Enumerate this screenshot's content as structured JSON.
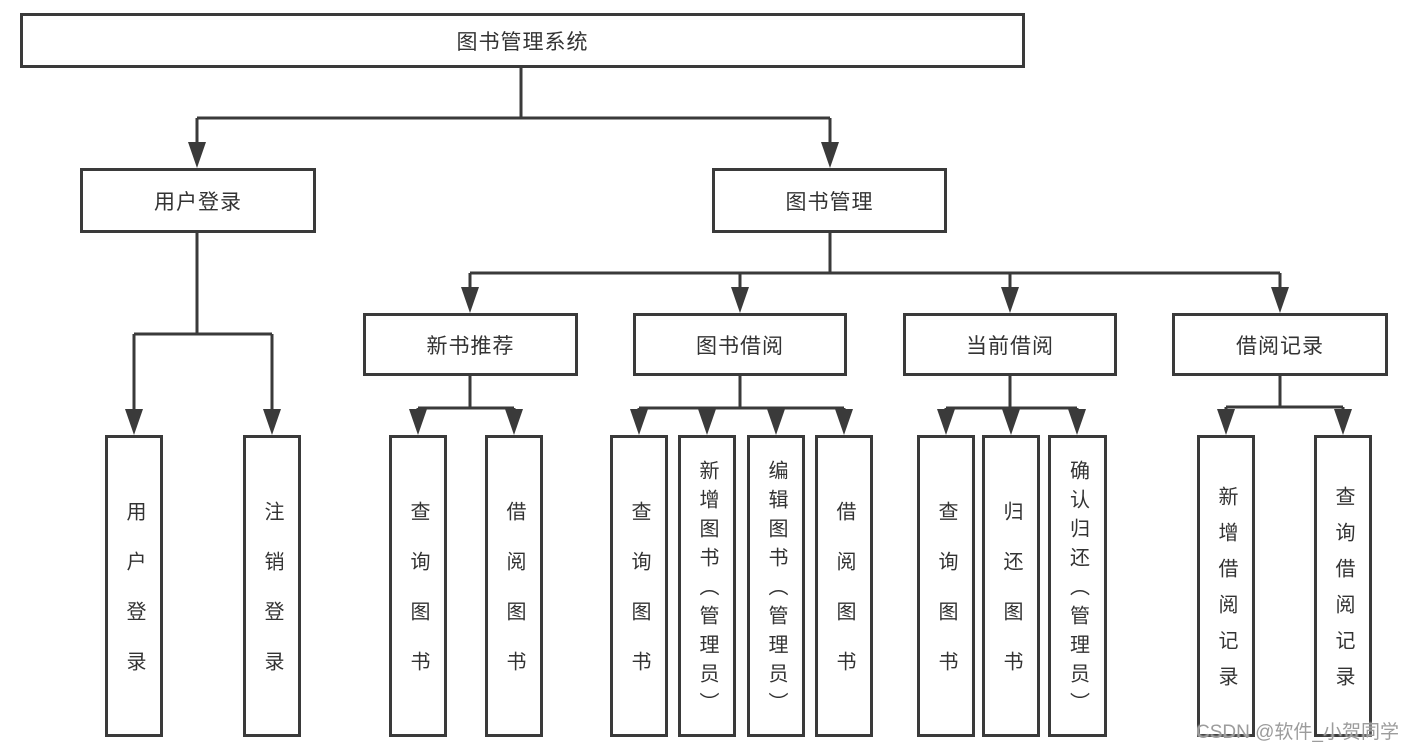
{
  "tree": {
    "root": "图书管理系统",
    "branches": [
      {
        "label": "用户登录",
        "leaves": [
          "用户登录",
          "注销登录"
        ]
      },
      {
        "label": "图书管理",
        "children": [
          {
            "label": "新书推荐",
            "leaves": [
              "查询图书",
              "借阅图书"
            ]
          },
          {
            "label": "图书借阅",
            "leaves": [
              "查询图书",
              "新增图书（管理员）",
              "编辑图书（管理员）",
              "借阅图书"
            ]
          },
          {
            "label": "当前借阅",
            "leaves": [
              "查询图书",
              "归还图书",
              "确认归还（管理员）"
            ]
          },
          {
            "label": "借阅记录",
            "leaves": [
              "新增借阅记录",
              "查询借阅记录"
            ]
          }
        ]
      }
    ]
  },
  "watermark": {
    "text": "CSDN @软件_小贺同学"
  },
  "colors": {
    "line": "#3a3a3a",
    "text": "#333333",
    "background": "#ffffff",
    "watermark": "#9c9c9c"
  }
}
